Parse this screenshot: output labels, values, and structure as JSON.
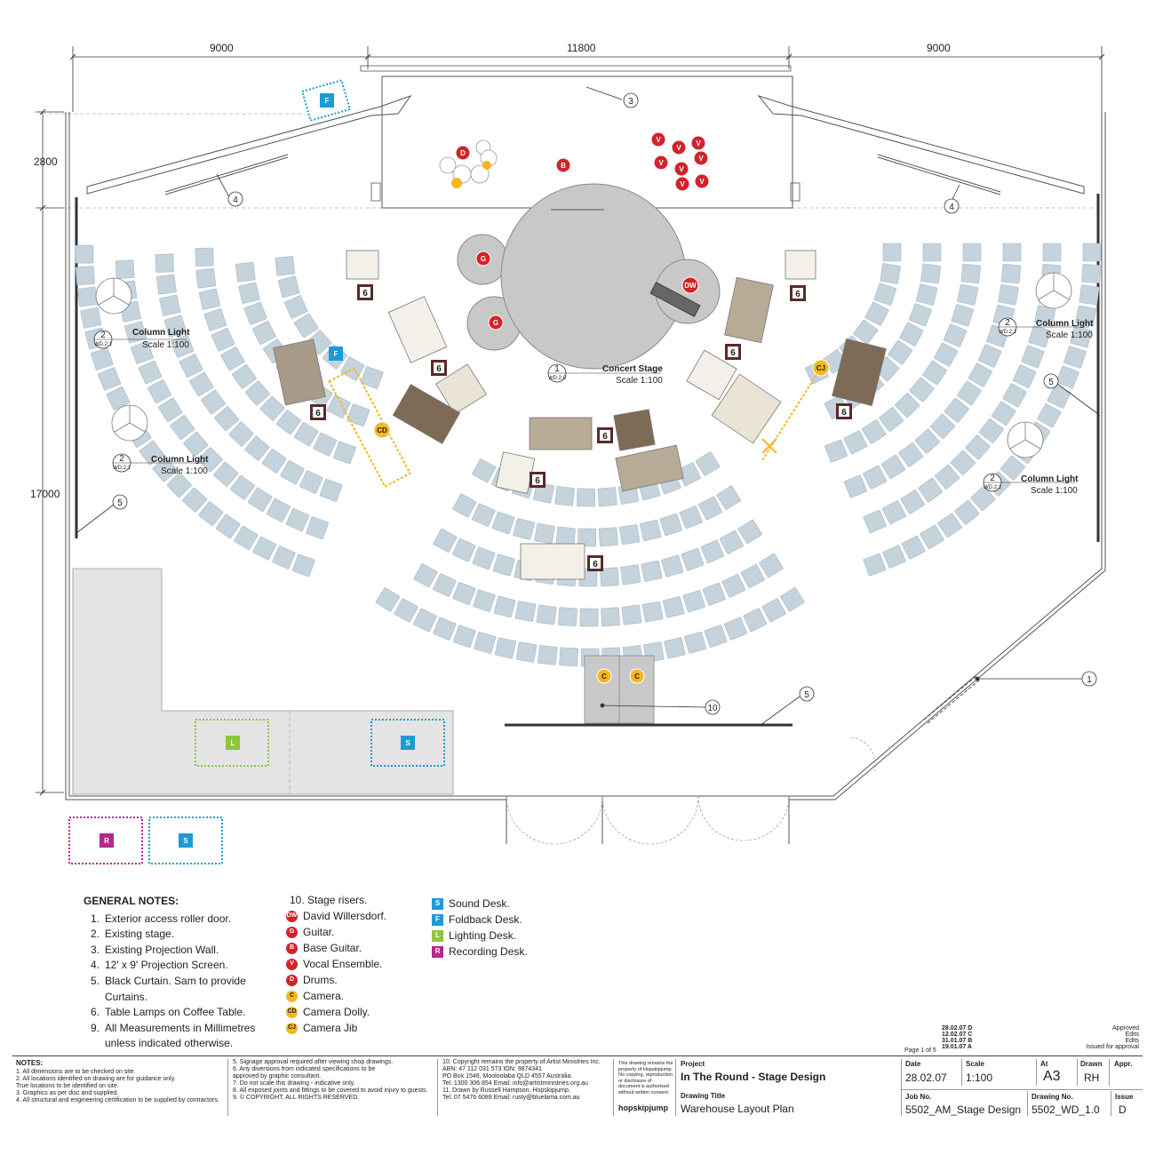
{
  "dimensions": {
    "top_left": "9000",
    "top_center": "11800",
    "top_right": "9000",
    "left_top": "2800",
    "left_main": "17000"
  },
  "callouts": [
    "1",
    "3",
    "4",
    "4",
    "5",
    "5",
    "5",
    "10"
  ],
  "sheet_refs": {
    "column_light_title": "Column Light",
    "column_light_scale": "Scale 1:100",
    "column_light_num": "2",
    "column_light_sheet": "WD.2.1",
    "concert_title": "Concert Stage",
    "concert_scale": "Scale 1:100",
    "concert_num": "1",
    "concert_sheet": "WD.2.0"
  },
  "badges": {
    "dw": "DW",
    "g": "G",
    "b": "B",
    "v": "V",
    "d": "D",
    "c": "C",
    "cd": "CD",
    "cj": "CJ",
    "s": "S",
    "f": "F",
    "l": "L",
    "r": "R",
    "table_lamp": "6"
  },
  "general_notes": {
    "title": "GENERAL NOTES:",
    "items": [
      {
        "num": "1.",
        "text": "Exterior access roller door."
      },
      {
        "num": "2.",
        "text": "Existing stage."
      },
      {
        "num": "3.",
        "text": "Existing Projection Wall."
      },
      {
        "num": "4.",
        "text": "12' x 9' Projection Screen."
      },
      {
        "num": "5.",
        "text": "Black Curtain. Sam to provide Curtains."
      },
      {
        "num": "6.",
        "text": "Table Lamps on Coffee Table."
      },
      {
        "num": "9.",
        "text": "All Measurements in Millimetres unless indicated otherwise."
      }
    ]
  },
  "legend_performers": {
    "first": "10. Stage risers.",
    "items": [
      {
        "code": "DW",
        "text": "David Willersdorf.",
        "color": "#d2232a",
        "text_color": "#ffffff"
      },
      {
        "code": "G",
        "text": "Guitar.",
        "color": "#d2232a",
        "text_color": "#ffffff"
      },
      {
        "code": "B",
        "text": "Base Guitar.",
        "color": "#d2232a",
        "text_color": "#ffffff"
      },
      {
        "code": "V",
        "text": "Vocal Ensemble.",
        "color": "#d2232a",
        "text_color": "#ffffff"
      },
      {
        "code": "D",
        "text": "Drums.",
        "color": "#d2232a",
        "text_color": "#ffffff"
      },
      {
        "code": "C",
        "text": "Camera.",
        "color": "#f4b81c",
        "text_color": "#222222"
      },
      {
        "code": "CD",
        "text": "Camera Dolly.",
        "color": "#f4b81c",
        "text_color": "#222222"
      },
      {
        "code": "CJ",
        "text": "Camera Jib",
        "color": "#f4b81c",
        "text_color": "#222222"
      }
    ]
  },
  "legend_desks": [
    {
      "code": "S",
      "text": "Sound Desk.",
      "color": "#1b9bd7"
    },
    {
      "code": "F",
      "text": "Foldback Desk.",
      "color": "#1b9bd7"
    },
    {
      "code": "L",
      "text": "Lighting Desk.",
      "color": "#8dc63f"
    },
    {
      "code": "R",
      "text": "Recording Desk.",
      "color": "#b5268e"
    }
  ],
  "colors": {
    "seat": "#c5d3dd",
    "performer": "#d2232a",
    "camera": "#f4b81c",
    "sound": "#1b9bd7",
    "lighting": "#8dc63f",
    "recording": "#b5268e",
    "stage": "#c8c8c8"
  },
  "title_block": {
    "notes_title": "NOTES:",
    "notes_col1": [
      "1.   All dimensions are to be checked on site.",
      "2.   All locations identified on drawing are for guidance only.",
      "      True locations to be identified on site.",
      "3.   Graphics as per disc and supplied.",
      "4.   All structural and engineering certification to be supplied by contractors."
    ],
    "notes_col2": [
      "5.   Signage approval required after viewing shop drawings.",
      "6.   Any diversions from indicated specifications to be",
      "      approved  by graphic consultant.",
      "7.   Do not scale this drawing - indicative only.",
      "8.   All exposed joints and fittings to be covered to avoid injury to guests.",
      "9.   © COPYRIGHT. ALL RIGHTS RESERVED."
    ],
    "notes_col3": [
      "10. Copyright remains the property of Artist Ministries Inc.",
      "      ABN: 47 112 031 573  ION: 9874341",
      "      PO Box 1546, Mooloolaba QLD 4557 Australia.",
      "      Tel: 1300 306 854  Email: info@artistministries.org.au",
      "11. Drawn by Russell Hampson, Hopskipjump.",
      "      Tel: 07 5476 6089  Email: rusty@bluelama.com.au"
    ],
    "disclaimer": [
      "This drawing remains the",
      "property of Hopskipjump.",
      "No copying, reproduction",
      "or disclosure of",
      "document is authorised",
      "without written consent."
    ],
    "brand": "hopskipjump",
    "project_label": "Project",
    "project_value": "In The Round - Stage Design",
    "drawing_title_label": "Drawing Title",
    "drawing_title_value": "Warehouse Layout Plan",
    "page": "Page 1 of 5",
    "date_label": "Date",
    "date_value": "28.02.07",
    "scale_label": "Scale",
    "scale_value": "1:100",
    "at_label": "At",
    "at_value": "A3",
    "drawn_label": "Drawn",
    "drawn_value": "RH",
    "appr_label": "Appr.",
    "job_label": "Job No.",
    "job_value": "5502_AM_Stage Design",
    "drawing_no_label": "Drawing No.",
    "drawing_no_value": "5502_WD_1.0",
    "issue_label": "Issue",
    "issue_value": "D",
    "revisions": [
      {
        "date": "28.02.07",
        "rev": "D",
        "desc": "Approved"
      },
      {
        "date": "12.02.07",
        "rev": "C",
        "desc": "Edits"
      },
      {
        "date": "31.01.07",
        "rev": "B",
        "desc": "Edits"
      },
      {
        "date": "19.01.07",
        "rev": "A",
        "desc": "Issued for approval"
      }
    ]
  }
}
